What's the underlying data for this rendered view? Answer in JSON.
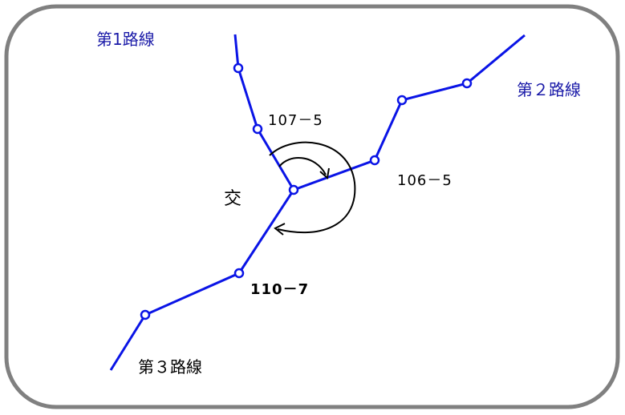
{
  "colors": {
    "frame": "#808080",
    "route_line": "#0a14e6",
    "route_label_blue": "#1a1aa8",
    "route_label_black": "#000000",
    "arc": "#000000"
  },
  "routes": {
    "route1": {
      "label": "第1路線",
      "color": "#1a1aa8"
    },
    "route2": {
      "label": "第２路線",
      "color": "#1a1aa8"
    },
    "route3": {
      "label": "第３路線",
      "color": "#000000"
    }
  },
  "points": {
    "p107": {
      "label": "107－5"
    },
    "p106": {
      "label": "106－5"
    },
    "p110": {
      "label": "110－7"
    }
  },
  "center": {
    "label": "交"
  },
  "icons": {
    "rotation_arrow": "clockwise-arc-arrow-icon"
  }
}
